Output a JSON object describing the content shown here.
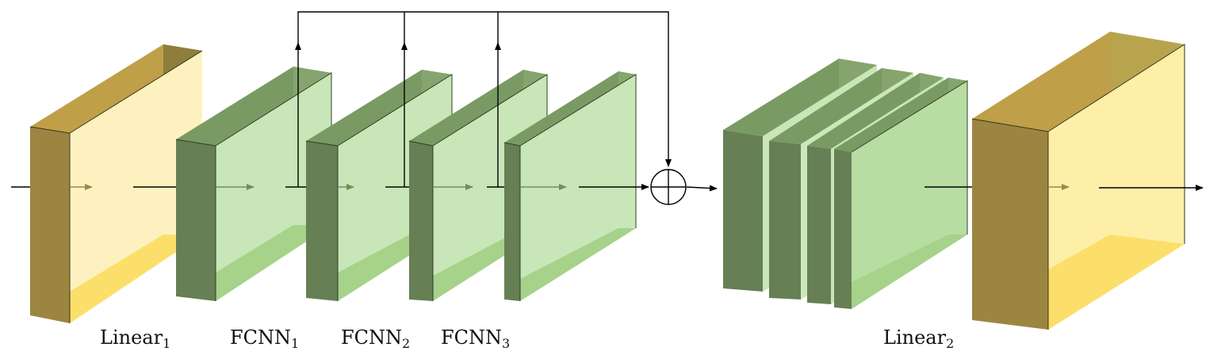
{
  "labels": {
    "linear1": {
      "base": "Linear",
      "sub": "1"
    },
    "fcnn1": {
      "base": "FCNN",
      "sub": "1"
    },
    "fcnn2": {
      "base": "FCNN",
      "sub": "2"
    },
    "fcnn3": {
      "base": "FCNN",
      "sub": "3"
    },
    "linear2": {
      "base": "Linear",
      "sub": "2"
    }
  },
  "colors": {
    "gold_dark": "#9C8540",
    "gold_side": "#8F7D3B",
    "gold_top": "#BFA048",
    "gold_face": "#FDF2BF",
    "gold_inner_bottom": "#FCDF6A",
    "green_dark": "#667F54",
    "green_side": "#86A56E",
    "green_top": "#7A9A63",
    "green_face": "#C8E6B8",
    "green_inner_bottom": "#A6D28A",
    "line": "#000000"
  }
}
